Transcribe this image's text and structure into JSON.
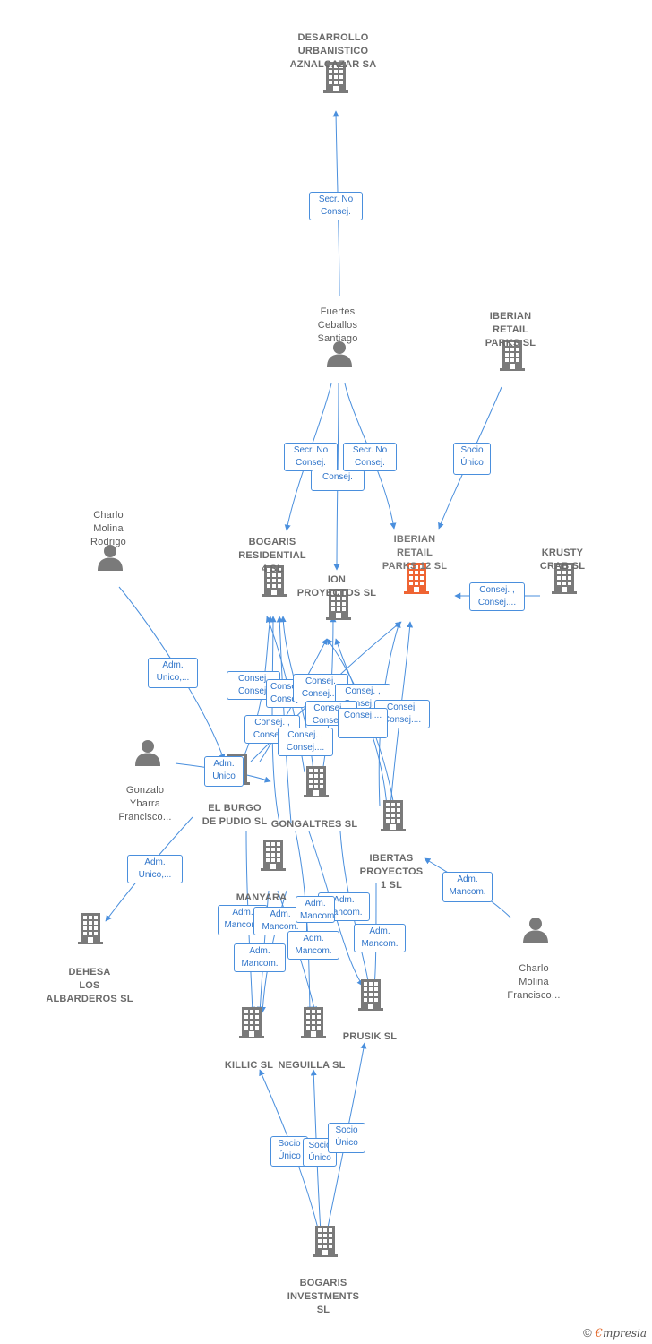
{
  "colors": {
    "edge": "#4a8fdd",
    "building": "#7a7a7a",
    "person": "#7a7a7a",
    "highlight": "#ef6433"
  },
  "nodes": [
    {
      "id": "desarrollo",
      "type": "company",
      "label": "DESARROLLO\nURBANISTICO\nAZNALCAZAR SA"
    },
    {
      "id": "fuertes",
      "type": "person",
      "label": "Fuertes\nCeballos\nSantiago"
    },
    {
      "id": "iberian_parks",
      "type": "company",
      "label": "IBERIAN\nRETAIL\nPARKS  SL"
    },
    {
      "id": "charlo_rodrigo",
      "type": "person",
      "label": "Charlo\nMolina\nRodrigo"
    },
    {
      "id": "bogaris_res",
      "type": "company",
      "label": "BOGARIS\nRESIDENTIAL\n4 SL"
    },
    {
      "id": "ion",
      "type": "company",
      "label": "ION\nPROYECTOS SL"
    },
    {
      "id": "iberian12",
      "type": "company",
      "label": "IBERIAN\nRETAIL\nPARKS 12  SL",
      "highlight": true
    },
    {
      "id": "krusty",
      "type": "company",
      "label": "KRUSTY\nCRAB  SL"
    },
    {
      "id": "gonzalo",
      "type": "person",
      "label": "Gonzalo\nYbarra\nFrancisco..."
    },
    {
      "id": "elburgo",
      "type": "company",
      "label": "EL BURGO\nDE PUDIO SL"
    },
    {
      "id": "gongaltres",
      "type": "company",
      "label": "GONGALTRES SL"
    },
    {
      "id": "ibertas",
      "type": "company",
      "label": "IBERTAS\nPROYECTOS\n1 SL"
    },
    {
      "id": "manyara",
      "type": "company",
      "label": "MANYARA"
    },
    {
      "id": "dehesa",
      "type": "company",
      "label": "DEHESA\nLOS\nALBARDEROS SL"
    },
    {
      "id": "charlo_francisco",
      "type": "person",
      "label": "Charlo\nMolina\nFrancisco..."
    },
    {
      "id": "prusik",
      "type": "company",
      "label": "PRUSIK SL"
    },
    {
      "id": "killic",
      "type": "company",
      "label": "KILLIC SL"
    },
    {
      "id": "neguilla",
      "type": "company",
      "label": "NEGUILLA SL"
    },
    {
      "id": "bogaris_inv",
      "type": "company",
      "label": "BOGARIS\nINVESTMENTS\nSL"
    }
  ],
  "edge_labels": [
    "Secr.  No\nConsej.",
    "Secr.  No\nConsej.",
    "Consej.",
    "Secr.  No\nConsej.",
    "Socio\nÚnico",
    "Consej. ,\nConsej....",
    "Adm.\nUnico,...",
    "Adm.\nUnico",
    "Consej.\nConsej.",
    "Consej.\nConsej....",
    "Consej.\nConsej....",
    "Consej. ,\nConsej....",
    "Consej.\nConsej....",
    "Consej. ,\nConsej....",
    "Consej. ,\nConsej....",
    "Consej. ,\nConsej....",
    "Adm.\nUnico,...",
    "Adm.\nMancom.",
    "Adm.\nMancom.",
    "Adm.\nMancom.",
    "Adm.\nMancom.",
    "Adm.\nMancom.",
    "Adm.\nMancom.",
    "Adm.\nMancom.",
    "Adm.\nMancom.",
    "Socio\nÚnico",
    "Socio\nÚnico",
    "Socio\nÚnico",
    "Consej...."
  ],
  "footer": {
    "copyright": "©",
    "brand_initial": "€",
    "brand_rest": "mpresia"
  }
}
